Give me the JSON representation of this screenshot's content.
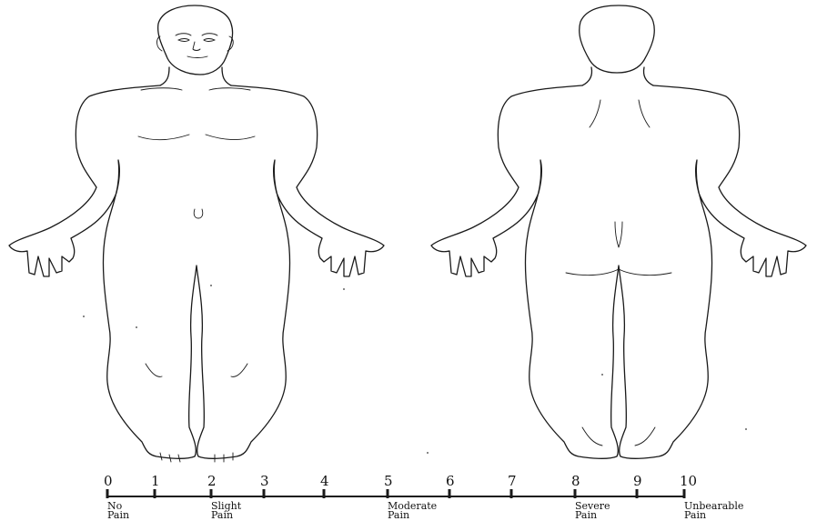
{
  "scale": {
    "ticks": [
      {
        "value": "0",
        "caption": [
          "No",
          "Pain"
        ]
      },
      {
        "value": "1",
        "caption": []
      },
      {
        "value": "2",
        "caption": [
          "Slight",
          "Pain"
        ]
      },
      {
        "value": "3",
        "caption": []
      },
      {
        "value": "4",
        "caption": []
      },
      {
        "value": "5",
        "caption": [
          "Moderate",
          "Pain"
        ]
      },
      {
        "value": "6",
        "caption": []
      },
      {
        "value": "7",
        "caption": []
      },
      {
        "value": "8",
        "caption": [
          "Severe",
          "Pain"
        ]
      },
      {
        "value": "9",
        "caption": []
      },
      {
        "value": "10",
        "caption": [
          "Unbearable",
          "Pain"
        ]
      }
    ]
  }
}
